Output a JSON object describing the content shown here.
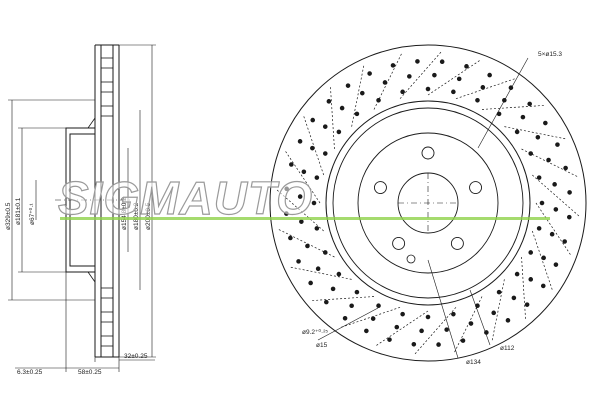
{
  "drawing": {
    "watermark": "SIGMAUTO",
    "colors": {
      "line": "#1a1a1a",
      "watermark_stroke": "#9a9a9a",
      "accent_band": "#8fd24a"
    },
    "side_view": {
      "dims": {
        "d_outer": "ø329±0.5",
        "d_hat": "ø181±0.1",
        "d_center": "ø67⁺⁰·¹",
        "d_pcd": "ø154.8±0.2",
        "d_vent": "ø180±0.2",
        "d_inner": "ø200±0.5",
        "t_hat": "6.3±0.25",
        "t_total": "58±0.25",
        "t_disc": "32±0.25"
      }
    },
    "face_view": {
      "dims": {
        "bolt_holes": "5×ø15.3",
        "aux_hole": "ø9.2⁺⁰·²⁵",
        "d15": "ø15",
        "d134": "ø134",
        "d112": "ø112"
      }
    }
  }
}
